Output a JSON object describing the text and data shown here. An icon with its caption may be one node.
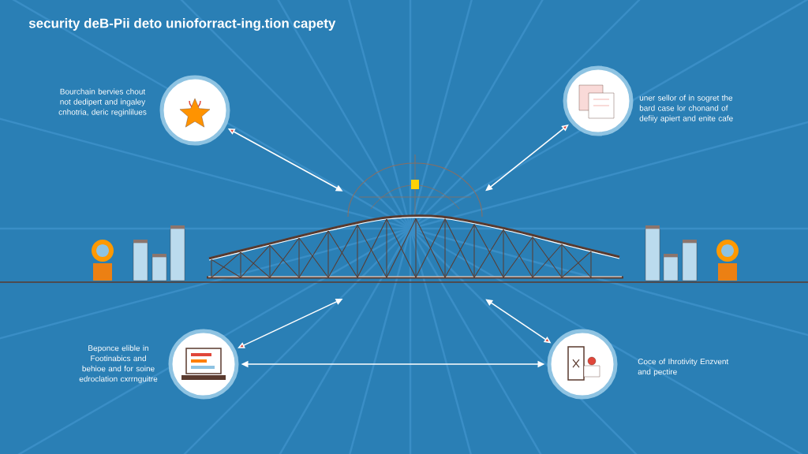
{
  "diagram": {
    "title": "security deB-Pii deto unioforract-ing.tion capety",
    "nodes": [
      {
        "text": [],
        "shape": "circle",
        "beside": [
          "Bourchain bervies chout not dedipert and ingaley cnhotria, deric reginlilues"
        ]
      },
      {
        "text": [],
        "shape": "circle",
        "beside": [
          "uner sellor of in sogret the bard case lor chonand of defiiy apiert and enite cafe"
        ]
      },
      {
        "text": [],
        "shape": "picture"
      },
      {
        "text": [],
        "shape": "circle",
        "beside": [
          "Beponce elible in Footinabics and behioe and for soine edroclation cxrrnguitre"
        ]
      },
      {
        "text": [],
        "shape": "circle",
        "beside": [
          "Coce of Ihrotivity Enzvent and pectire"
        ]
      }
    ],
    "edges": [
      {
        "from": 0,
        "to": 2,
        "arrow": "both"
      },
      {
        "from": 1,
        "to": 2,
        "arrow": "both"
      },
      {
        "from": 3,
        "to": 2,
        "arrow": "both"
      },
      {
        "from": 4,
        "to": 2,
        "arrow": "both"
      },
      {
        "from": 3,
        "to": 4,
        "arrow": "both"
      }
    ]
  }
}
